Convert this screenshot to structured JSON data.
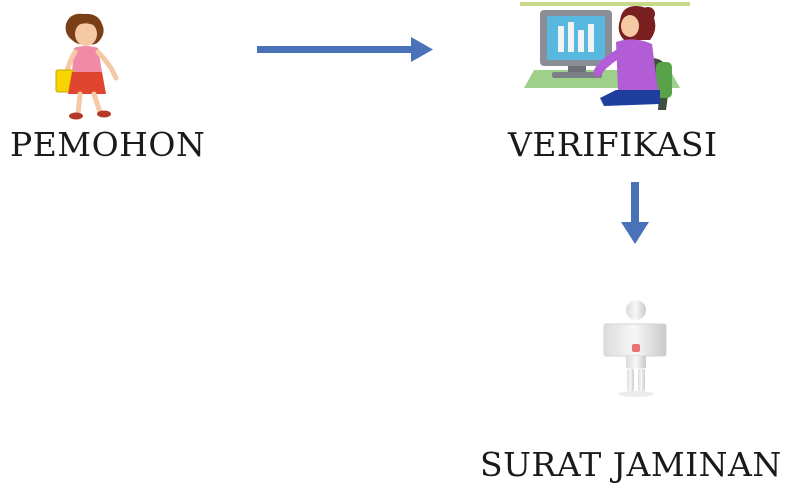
{
  "diagram": {
    "nodes": [
      {
        "id": "applicant",
        "label": "PEMOHON",
        "icon": "walking-woman-icon"
      },
      {
        "id": "verification",
        "label": "VERIFIKASI",
        "icon": "woman-at-computer-icon"
      },
      {
        "id": "guarantee_letter",
        "label": "SURAT JAMINAN",
        "icon": "figure-holding-blank-sign-icon"
      }
    ],
    "edges": [
      {
        "from": "applicant",
        "to": "verification"
      },
      {
        "from": "verification",
        "to": "guarantee_letter"
      }
    ],
    "arrow_color": "#4a72b8"
  }
}
